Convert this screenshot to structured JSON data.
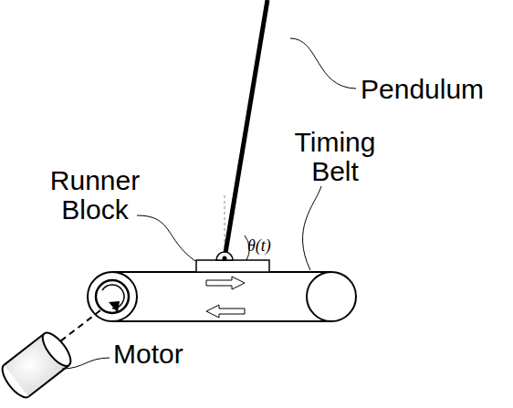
{
  "diagram": {
    "labels": [
      "Pendulum",
      "Timing Belt",
      "Runner Block",
      "Motor",
      "θ(t)"
    ]
  }
}
